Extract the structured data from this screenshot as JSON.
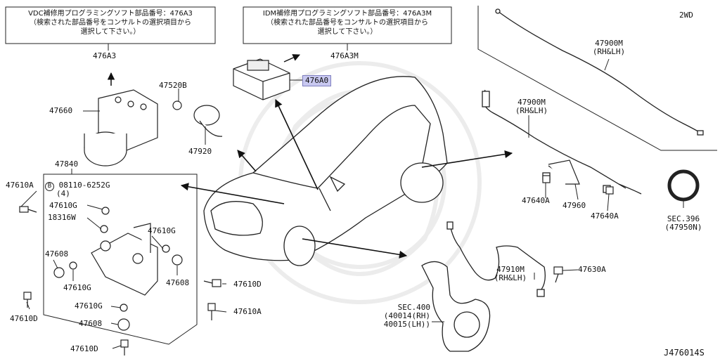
{
  "diagram_code": "J476014S",
  "variant": "2WD",
  "notes": {
    "vdc": {
      "line1": "VDC補修用プログラミングソフト部品番号：476A3",
      "line2": "（検索された部品番号をコンサルトの選択項目から",
      "line3": "選択して下さい。）",
      "part": "476A3"
    },
    "idm": {
      "line1": "IDM補修用プログラミングソフト部品番号：476A3M",
      "line2": "（検索された部品番号をコンサルトの選択項目から",
      "line3": "選択して下さい。）",
      "part": "476A3M"
    }
  },
  "labels": {
    "p476a0": "476A0",
    "p47520b": "47520B",
    "p47660": "47660",
    "p47920": "47920",
    "p47840": "47840",
    "p47610a_left": "47610A",
    "bolt_spec_line1": "08110-6252G",
    "bolt_spec_line2": "(4)",
    "bolt_spec_symbol": "B",
    "p47610g_a": "47610G",
    "p18316w": "18316W",
    "p47610g_b": "47610G",
    "p47608_a": "47608",
    "p47610g_c": "47610G",
    "p47608_b": "47608",
    "p47610d_right": "47610D",
    "p47610d_left": "47610D",
    "p47610g_d": "47610G",
    "p47610a_bottom": "47610A",
    "p47608_c": "47608",
    "p47610d_bottom": "47610D",
    "p47900m_rear": "47900M",
    "p47900m_rear_side": "(RH&LH)",
    "p47900m_front": "47900M",
    "p47900m_front_side": "(RH&LH)",
    "p47640a_a": "47640A",
    "p47960": "47960",
    "p47640a_b": "47640A",
    "sec396": "SEC.396",
    "sec396_part": "(47950N)",
    "p47910m": "47910M",
    "p47910m_side": "(RH&LH)",
    "p47630a": "47630A",
    "sec400": "SEC.400",
    "sec400_rh": "(40014(RH)",
    "sec400_lh": "40015(LH))"
  }
}
